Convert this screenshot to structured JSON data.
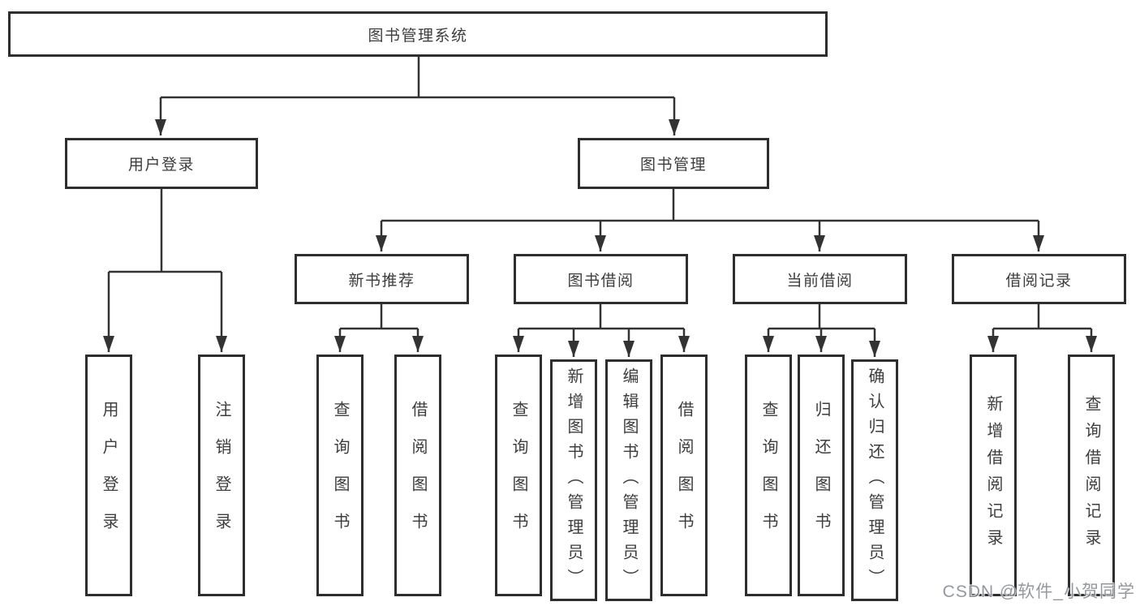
{
  "diagram_title": "图书管理系统",
  "nodes": {
    "root": "图书管理系统",
    "user_login": "用户登录",
    "book_mgmt": "图书管理",
    "new_book_rec": "新书推荐",
    "book_borrow": "图书借阅",
    "current_borrow": "当前借阅",
    "borrow_record": "借阅记录",
    "login": "用户登录",
    "logout": "注销登录",
    "rec_query": "查询图书",
    "rec_borrow": "借阅图书",
    "bb_query": "查询图书",
    "bb_add": "新增图书（管理员）",
    "bb_edit": "编辑图书（管理员）",
    "bb_borrow": "借阅图书",
    "cb_query": "查询图书",
    "cb_return": "归还图书",
    "cb_confirm": "确认归还（管理员）",
    "br_add": "新增借阅记录",
    "br_query": "查询借阅记录"
  },
  "watermark": "CSDN @软件_小贺同学",
  "colors": {
    "line": "#333333",
    "box_border": "#2e2e2e",
    "text": "#3d3d3d",
    "background": "#ffffff",
    "watermark": "#767c83"
  }
}
